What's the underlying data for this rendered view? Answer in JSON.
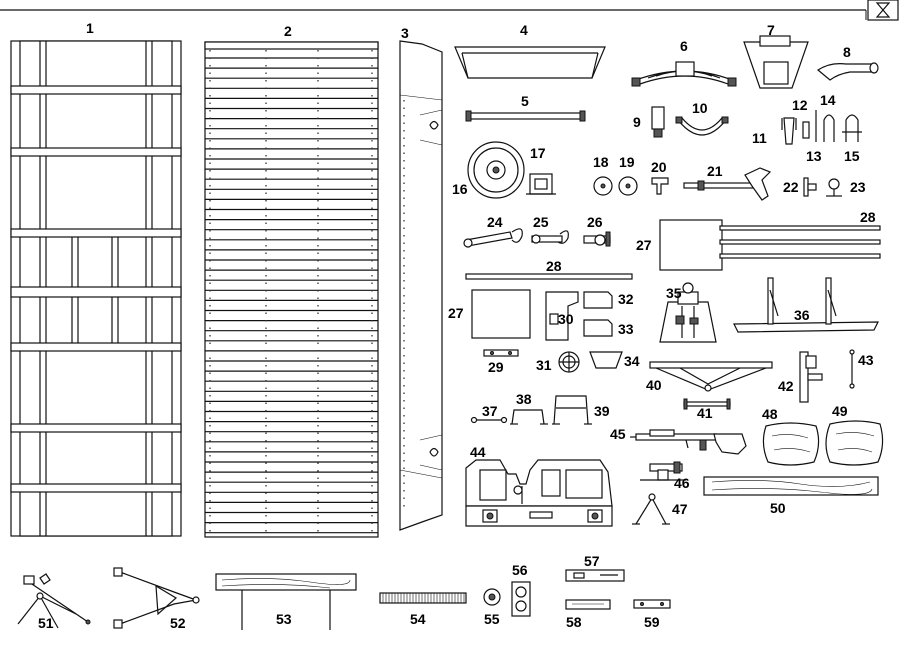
{
  "diagram": {
    "title": "Parts sheet – numbered component layout",
    "corner_icon": "hourglass-icon",
    "colors": {
      "ink": "#111111",
      "paper": "#ffffff",
      "shade": "#dedede",
      "dark": "#555555"
    },
    "part_numbers": [
      "1",
      "2",
      "3",
      "4",
      "5",
      "6",
      "7",
      "8",
      "9",
      "10",
      "11",
      "12",
      "13",
      "14",
      "15",
      "16",
      "17",
      "18",
      "19",
      "20",
      "21",
      "22",
      "23",
      "24",
      "25",
      "26",
      "27",
      "27",
      "28",
      "28",
      "29",
      "30",
      "31",
      "32",
      "33",
      "34",
      "35",
      "36",
      "37",
      "38",
      "39",
      "40",
      "41",
      "42",
      "43",
      "44",
      "45",
      "46",
      "47",
      "48",
      "49",
      "50",
      "51",
      "52",
      "53",
      "54",
      "55",
      "56",
      "57",
      "58",
      "59"
    ]
  }
}
